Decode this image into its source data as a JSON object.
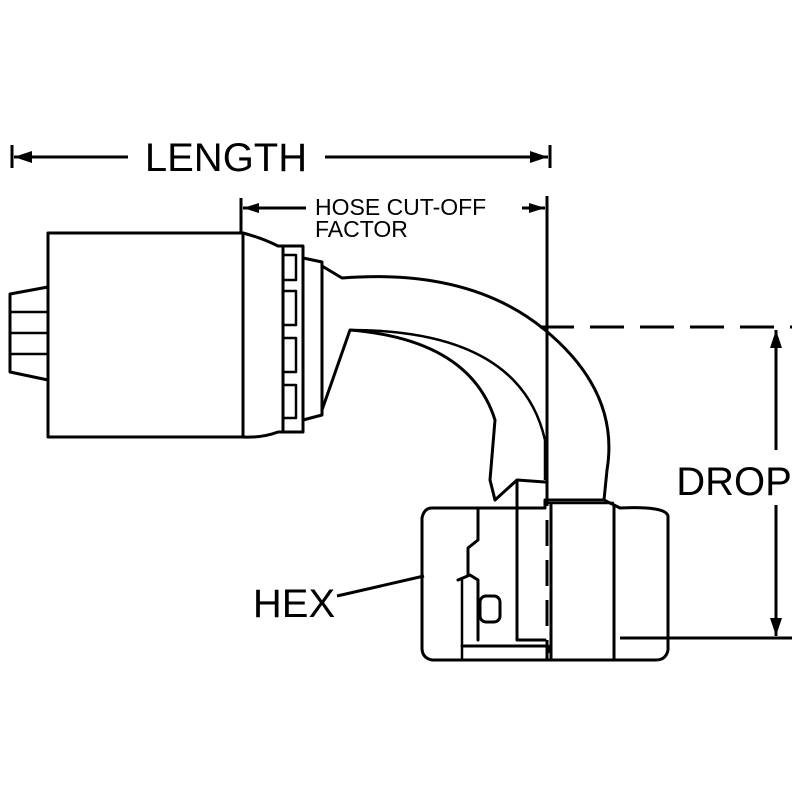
{
  "labels": {
    "length": "LENGTH",
    "hose_cutoff_line1": "HOSE CUT-OFF",
    "hose_cutoff_line2": "FACTOR",
    "drop": "DROP",
    "hex": "HEX"
  },
  "colors": {
    "stroke": "#000000",
    "background": "#ffffff"
  }
}
